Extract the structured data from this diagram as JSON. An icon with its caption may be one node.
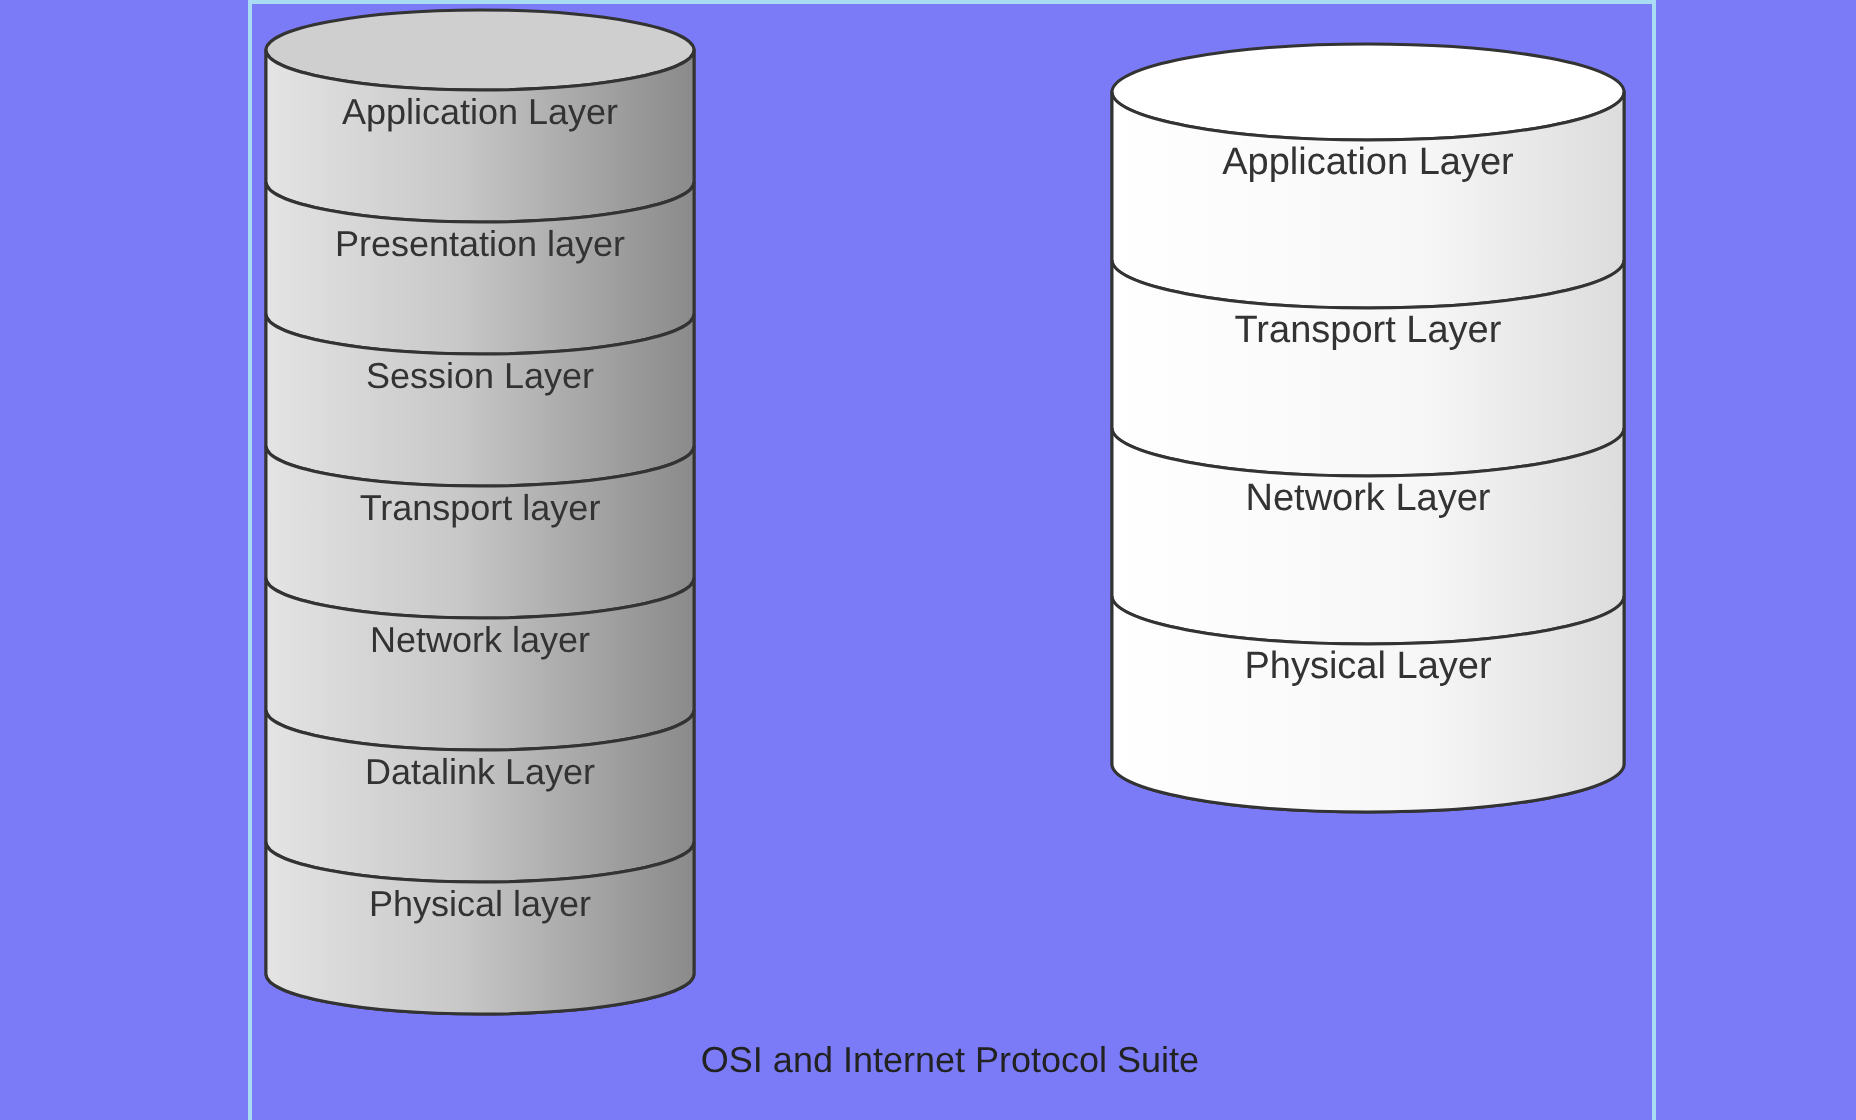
{
  "diagram": {
    "caption": "OSI and Internet Protocol Suite",
    "nodes": [
      {
        "text": [],
        "shape": "cylinder"
      },
      {
        "text": [
          "Application Layer"
        ],
        "in": 0
      },
      {
        "text": [
          "Presentation layer"
        ],
        "in": 0
      },
      {
        "text": [
          "Session Layer"
        ],
        "in": 0
      },
      {
        "text": [
          "Transport layer"
        ],
        "in": 0
      },
      {
        "text": [
          "Network layer"
        ],
        "in": 0
      },
      {
        "text": [
          "Datalink Layer"
        ],
        "in": 0
      },
      {
        "text": [
          "Physical layer"
        ],
        "in": 0
      },
      {
        "text": [],
        "shape": "cylinder"
      },
      {
        "text": [
          "Application Layer"
        ],
        "in": 8
      },
      {
        "text": [
          "Transport Layer"
        ],
        "in": 8
      },
      {
        "text": [
          "Network Layer"
        ],
        "in": 8
      },
      {
        "text": [
          "Physical Layer"
        ],
        "in": 8
      }
    ]
  }
}
